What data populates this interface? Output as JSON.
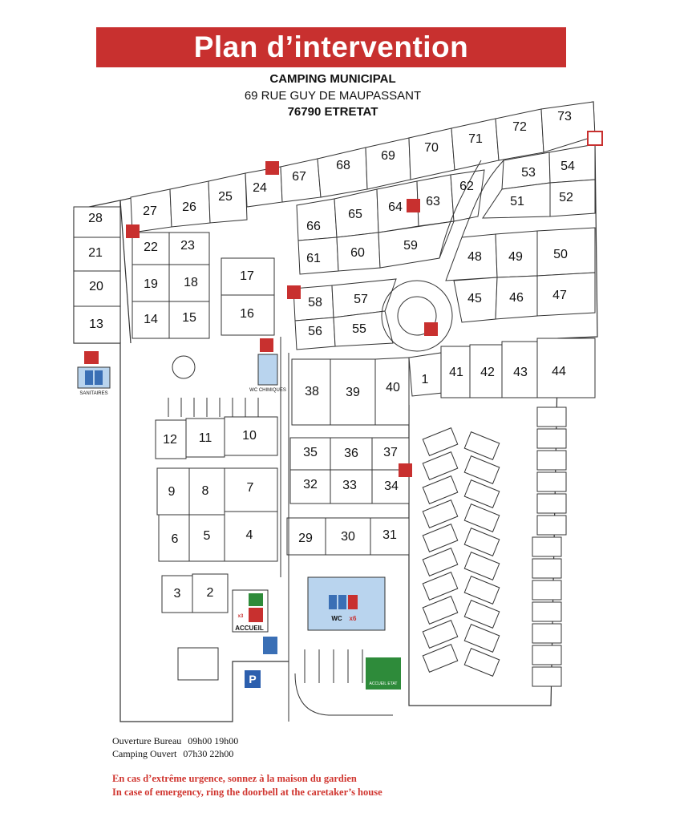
{
  "title": "Plan d’intervention",
  "address": {
    "name": "CAMPING MUNICIPAL",
    "street": "69 RUE GUY DE MAUPASSANT",
    "city": "76790 ETRETAT"
  },
  "facilities": {
    "sanitaires": "SANITAIRES",
    "wc_chimiques": "WC CHIMIQUES",
    "accueil": "ACCUEIL",
    "accueil_count": "x3",
    "wc": "WC",
    "wc_count": "x6",
    "parking": "P",
    "assembly": "ACCUEIL ETAT"
  },
  "pitches": [
    "1",
    "2",
    "3",
    "4",
    "5",
    "6",
    "7",
    "8",
    "9",
    "10",
    "11",
    "12",
    "13",
    "14",
    "15",
    "16",
    "17",
    "18",
    "19",
    "20",
    "21",
    "22",
    "23",
    "24",
    "25",
    "26",
    "27",
    "28",
    "29",
    "30",
    "31",
    "32",
    "33",
    "34",
    "35",
    "36",
    "37",
    "38",
    "39",
    "40",
    "41",
    "42",
    "43",
    "44",
    "45",
    "46",
    "47",
    "48",
    "49",
    "50",
    "51",
    "52",
    "53",
    "54",
    "55",
    "56",
    "57",
    "58",
    "59",
    "60",
    "61",
    "62",
    "63",
    "64",
    "65",
    "66",
    "67",
    "68",
    "69",
    "70",
    "71",
    "72",
    "73"
  ],
  "hours": {
    "office_label": "Ouverture Bureau",
    "office_hours": "09h00 19h00",
    "camping_label": "Camping Ouvert",
    "camping_hours": "07h30 22h00"
  },
  "emergency": {
    "fr": "En cas d’extrême urgence, sonnez à la maison du gardien",
    "en": "In case of emergency, ring the doorbell at the caretaker’s house"
  },
  "colors": {
    "banner": "#c8302f",
    "marker": "#c8302f",
    "warning_text": "#d0352f",
    "facility_blue": "#b9d4ee",
    "assembly_green": "#2e8b3a"
  }
}
